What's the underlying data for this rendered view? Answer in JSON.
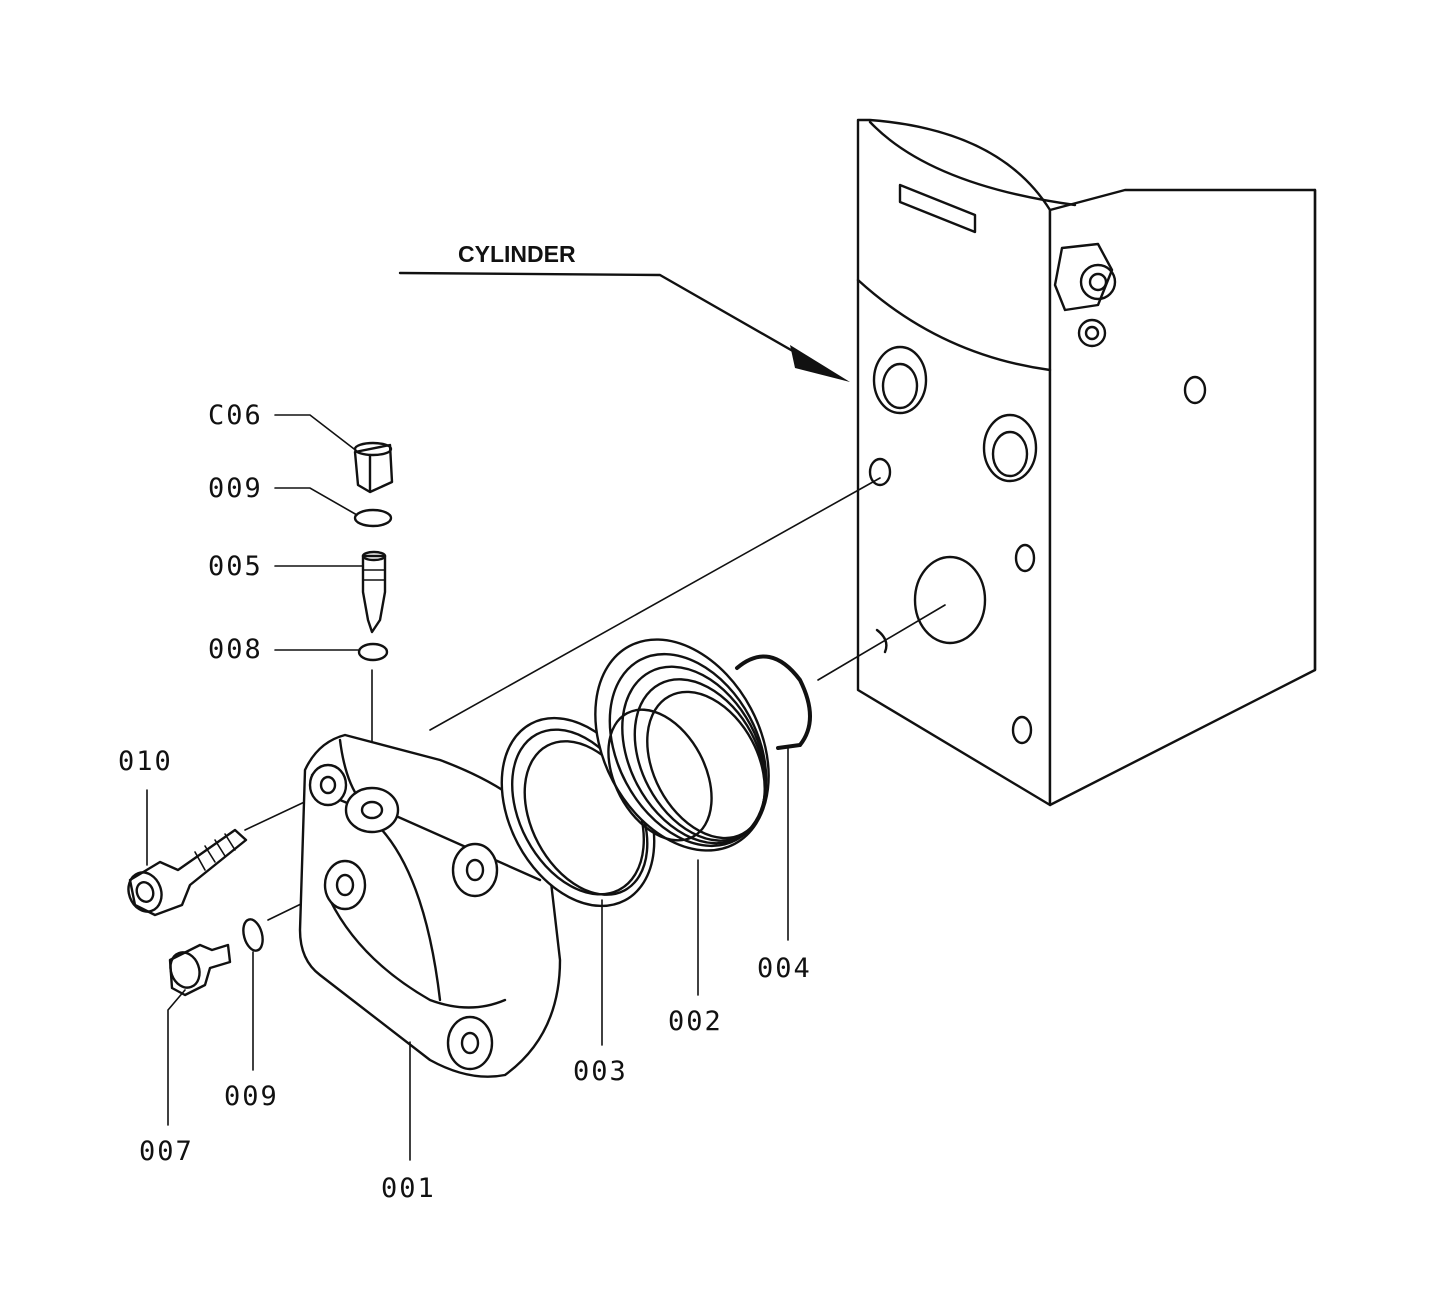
{
  "diagram": {
    "cylinder_label": "CYLINDER",
    "parts": {
      "p001": "001",
      "p002": "002",
      "p003": "003",
      "p004": "004",
      "p005": "005",
      "p006": "C06",
      "p007": "007",
      "p008": "008",
      "p009_upper": "009",
      "p009_lower": "009",
      "p010": "010"
    }
  }
}
